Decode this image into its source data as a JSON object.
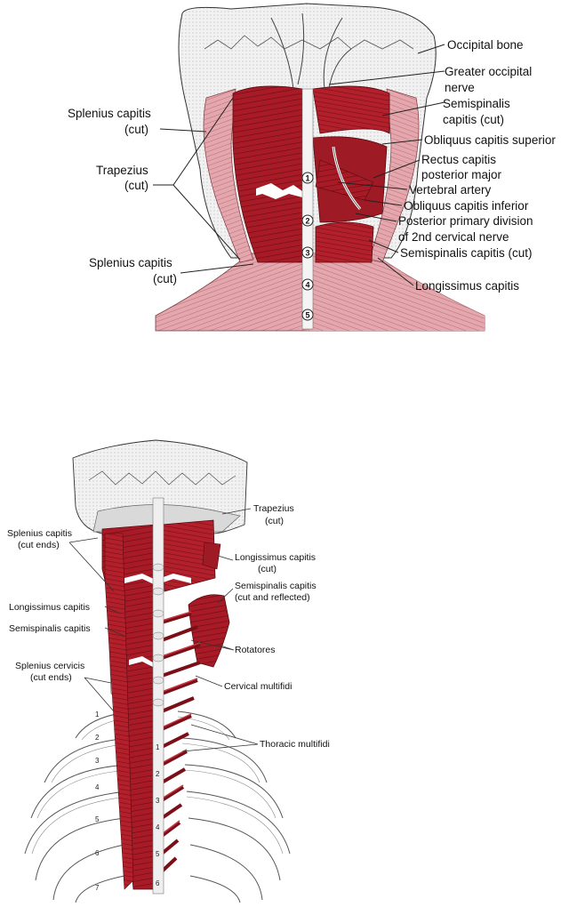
{
  "figure_top": {
    "labels": {
      "occipital_bone": "Occipital bone",
      "greater_occipital_nerve_1": "Greater occipital",
      "greater_occipital_nerve_2": "nerve",
      "semispinalis_capitis_cut_1": "Semispinalis",
      "semispinalis_capitis_cut_2": "capitis (cut)",
      "obliquus_capitis_superior": "Obliquus capitis superior",
      "rectus_capitis_1": "Rectus capitis",
      "rectus_capitis_2": "posterior major",
      "vertebral_artery": "Vertebral artery",
      "obliquus_capitis_inferior": "Obliquus capitis inferior",
      "posterior_primary_1": "Posterior primary division",
      "posterior_primary_2": "of 2nd cervical nerve",
      "semispinalis_capitis_cut_lower": "Semispinalis capitis (cut)",
      "longissimus_capitis": "Longissimus capitis",
      "splenius_capitis_top_1": "Splenius capitis",
      "splenius_capitis_top_2": "(cut)",
      "trapezius_1": "Trapezius",
      "trapezius_2": "(cut)",
      "splenius_capitis_bottom_1": "Splenius capitis",
      "splenius_capitis_bottom_2": "(cut)"
    },
    "vertebra_numbers": [
      "1",
      "2",
      "3",
      "4",
      "5"
    ]
  },
  "figure_bottom": {
    "labels": {
      "trapezius_1": "Trapezius",
      "trapezius_2": "(cut)",
      "longissimus_capitis_cut_1": "Longissimus capitis",
      "longissimus_capitis_cut_2": "(cut)",
      "semispinalis_reflected_1": "Semispinalis capitis",
      "semispinalis_reflected_2": "(cut and reflected)",
      "rotatores": "Rotatores",
      "cervical_multifidi": "Cervical multifidi",
      "thoracic_multifidi": "Thoracic multifidi",
      "splenius_capitis_1": "Splenius capitis",
      "splenius_capitis_2": "(cut ends)",
      "longissimus_capitis": "Longissimus capitis",
      "semispinalis_capitis": "Semispinalis capitis",
      "splenius_cervicis_1": "Splenius cervicis",
      "splenius_cervicis_2": "(cut ends)"
    },
    "rib_numbers": [
      "1",
      "2",
      "3",
      "4",
      "5",
      "6",
      "7"
    ],
    "spine_numbers": [
      "1",
      "2",
      "3",
      "4",
      "5",
      "6"
    ]
  },
  "colors": {
    "muscle": "#b01c27",
    "muscle_dark": "#7a0f18",
    "muscle_pale": "#d98a92",
    "bone": "#ececec",
    "outline": "#333333"
  }
}
